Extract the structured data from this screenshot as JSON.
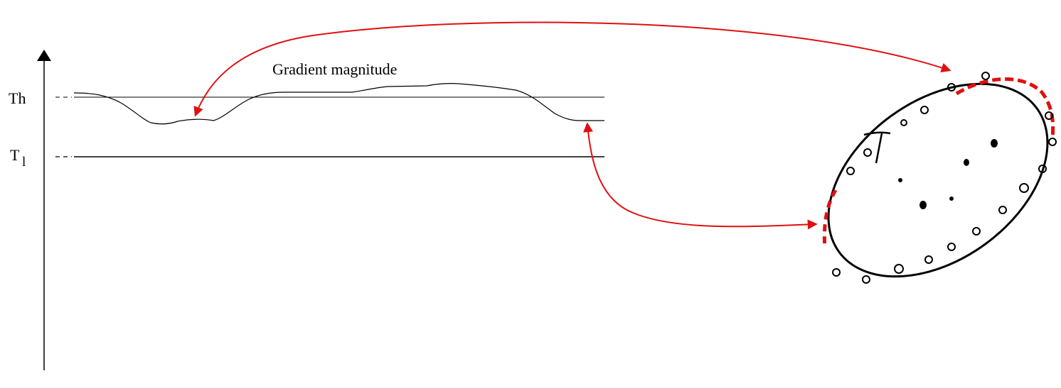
{
  "diagram": {
    "curve_label": "Gradient magnitude",
    "threshold_high_label": "Th",
    "threshold_low_label": "T",
    "threshold_low_subscript": "l"
  },
  "colors": {
    "line": "#000000",
    "arrow": "#e01010",
    "highlight": "#e01010",
    "background": "#ffffff"
  }
}
